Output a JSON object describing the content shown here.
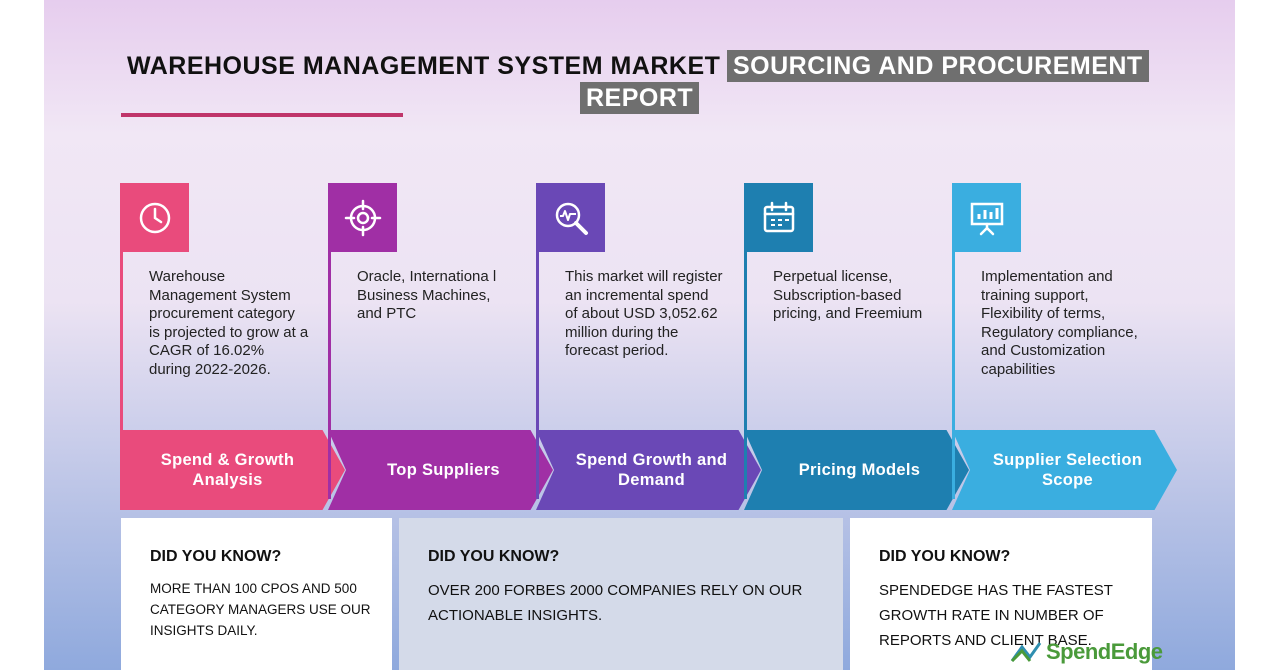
{
  "title": {
    "black": "WAREHOUSE MANAGEMENT SYSTEM MARKET",
    "highlight_line1": "SOURCING AND PROCUREMENT",
    "highlight_line2": "REPORT"
  },
  "columns": [
    {
      "icon": "clock-icon",
      "color": "#e94b7c",
      "text": "Warehouse Management System procurement category is projected to grow at a CAGR of 16.02% during 2022-2026.",
      "label": "Spend & Growth Analysis"
    },
    {
      "icon": "target-icon",
      "color": "#a02fa5",
      "text": "Oracle, Internationa l Business Machines, and PTC",
      "label": "Top Suppliers"
    },
    {
      "icon": "magnifier-chart-icon",
      "color": "#6a48b6",
      "text": "This market will register an incremental spend of about USD 3,052.62 million during the forecast period.",
      "label": "Spend Growth and Demand"
    },
    {
      "icon": "calendar-icon",
      "color": "#1e7fb0",
      "text": "Perpetual license, Subscription-based pricing, and Freemium",
      "label": "Pricing Models"
    },
    {
      "icon": "presentation-icon",
      "color": "#3aaee0",
      "text": "Implementation and training support, Flexibility of terms, Regulatory compliance, and Customization capabilities",
      "label": "Supplier Selection Scope"
    }
  ],
  "did_you_know": [
    {
      "heading": "DID YOU KNOW?",
      "body": "More than 100 CPOs and 500 category managers use our insights daily."
    },
    {
      "heading": "DID YOU KNOW?",
      "body": "Over 200 Forbes 2000 companies rely on our actionable insights."
    },
    {
      "heading": "DID YOU KNOW?",
      "body": "SpendEdge has the fastest growth rate in number of reports and client base."
    }
  ],
  "logo": {
    "text": "SpendEdge",
    "color": "#4a9a3a"
  }
}
